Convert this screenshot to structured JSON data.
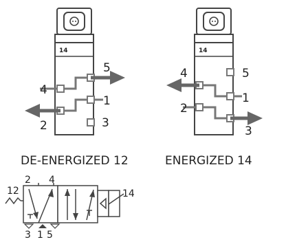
{
  "valves": [
    {
      "caption": "DE-ENERGIZED 12",
      "badge": "14",
      "ports": {
        "p4": "4",
        "p5": "5",
        "p1": "1",
        "p2": "2",
        "p3": "3"
      }
    },
    {
      "caption": "ENERGIZED 14",
      "badge": "14",
      "ports": {
        "p4": "4",
        "p5": "5",
        "p1": "1",
        "p2": "2",
        "p3": "3"
      }
    }
  ],
  "symbol": {
    "left_label": "12",
    "right_label": "14",
    "top_ports": [
      "2",
      "4"
    ],
    "bottom_ports": [
      "3",
      "1",
      "5"
    ]
  },
  "colors": {
    "arrow": "#666666",
    "stroke": "#444444",
    "pipe": "#777777"
  }
}
